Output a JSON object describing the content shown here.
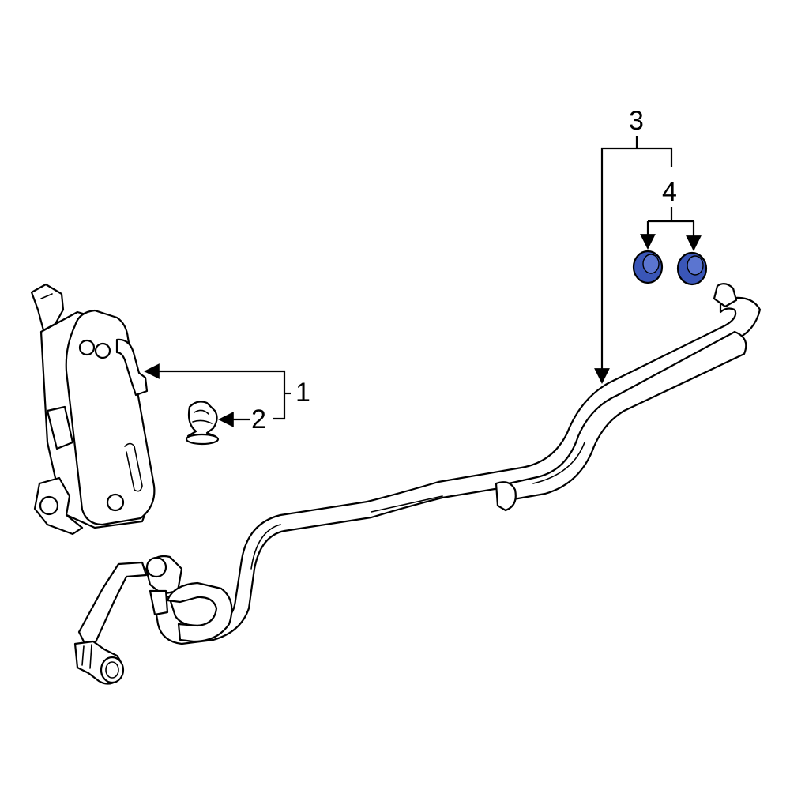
{
  "callouts": {
    "c1": "1",
    "c2": "2",
    "c3": "3",
    "c4": "4"
  },
  "colors": {
    "line": "#000000",
    "background": "#ffffff",
    "highlight": "#3a56b8"
  }
}
